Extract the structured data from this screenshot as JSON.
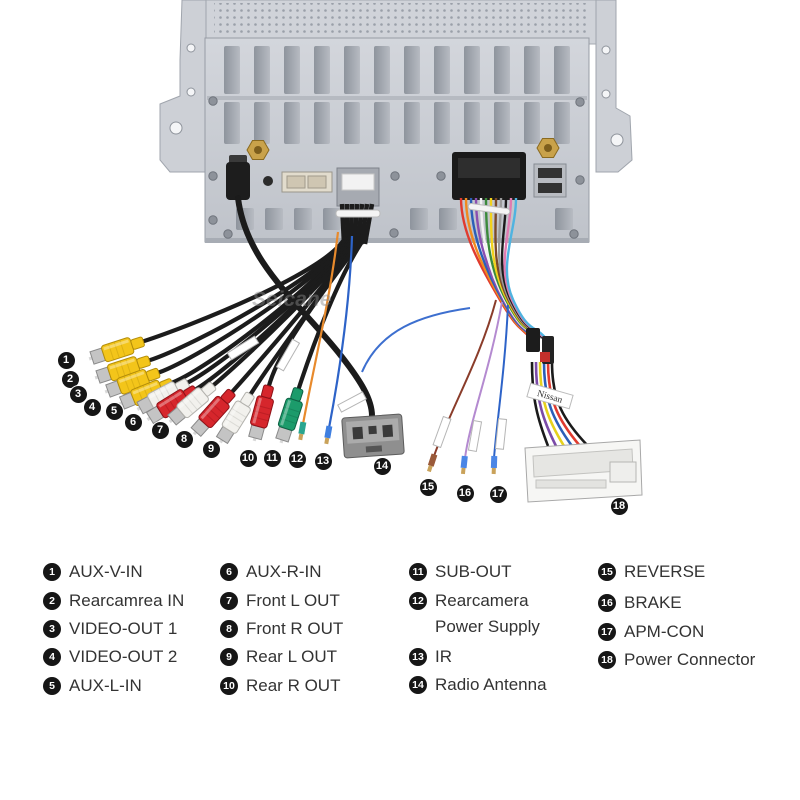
{
  "watermark": "Seicane",
  "colors": {
    "yellow_plug": "#f3c51a",
    "white_plug": "#f2f1ed",
    "red_plug": "#d6262c",
    "green_plug": "#1c9b6b",
    "badge": "#161616",
    "legend_text": "#333333",
    "chassis": "#c8cbd2"
  },
  "diagram": {
    "callouts": [
      "1",
      "2",
      "3",
      "4",
      "5",
      "6",
      "7",
      "8",
      "9",
      "10",
      "11",
      "12",
      "13",
      "14",
      "15",
      "16",
      "17",
      "18"
    ],
    "rca_plug_colors": [
      "yellow",
      "yellow",
      "yellow",
      "yellow",
      "white",
      "red",
      "white",
      "red",
      "white",
      "red",
      "green"
    ],
    "harness_tag": "Nissan"
  },
  "legend": {
    "columns": [
      {
        "items": [
          {
            "num": "1",
            "label": "AUX-V-IN"
          },
          {
            "num": "2",
            "label": "Rearcamrea IN"
          },
          {
            "num": "3",
            "label": "VIDEO-OUT 1"
          },
          {
            "num": "4",
            "label": "VIDEO-OUT 2"
          },
          {
            "num": "5",
            "label": "AUX-L-IN"
          }
        ]
      },
      {
        "items": [
          {
            "num": "6",
            "label": "AUX-R-IN"
          },
          {
            "num": "7",
            "label": "Front L OUT"
          },
          {
            "num": "8",
            "label": "Front R OUT"
          },
          {
            "num": "9",
            "label": "Rear L OUT"
          },
          {
            "num": "10",
            "label": "Rear R OUT"
          }
        ]
      },
      {
        "items": [
          {
            "num": "11",
            "label": "SUB-OUT"
          },
          {
            "num": "12",
            "label": "Rearcamera",
            "label_line2": "Power Supply"
          },
          {
            "num": "13",
            "label": "IR"
          },
          {
            "num": "14",
            "label": "Radio Antenna"
          }
        ]
      },
      {
        "items": [
          {
            "num": "15",
            "label": "REVERSE"
          },
          {
            "num": "16",
            "label": "BRAKE"
          },
          {
            "num": "17",
            "label": "APM-CON"
          },
          {
            "num": "18",
            "label": "Power Connector"
          }
        ]
      }
    ]
  }
}
